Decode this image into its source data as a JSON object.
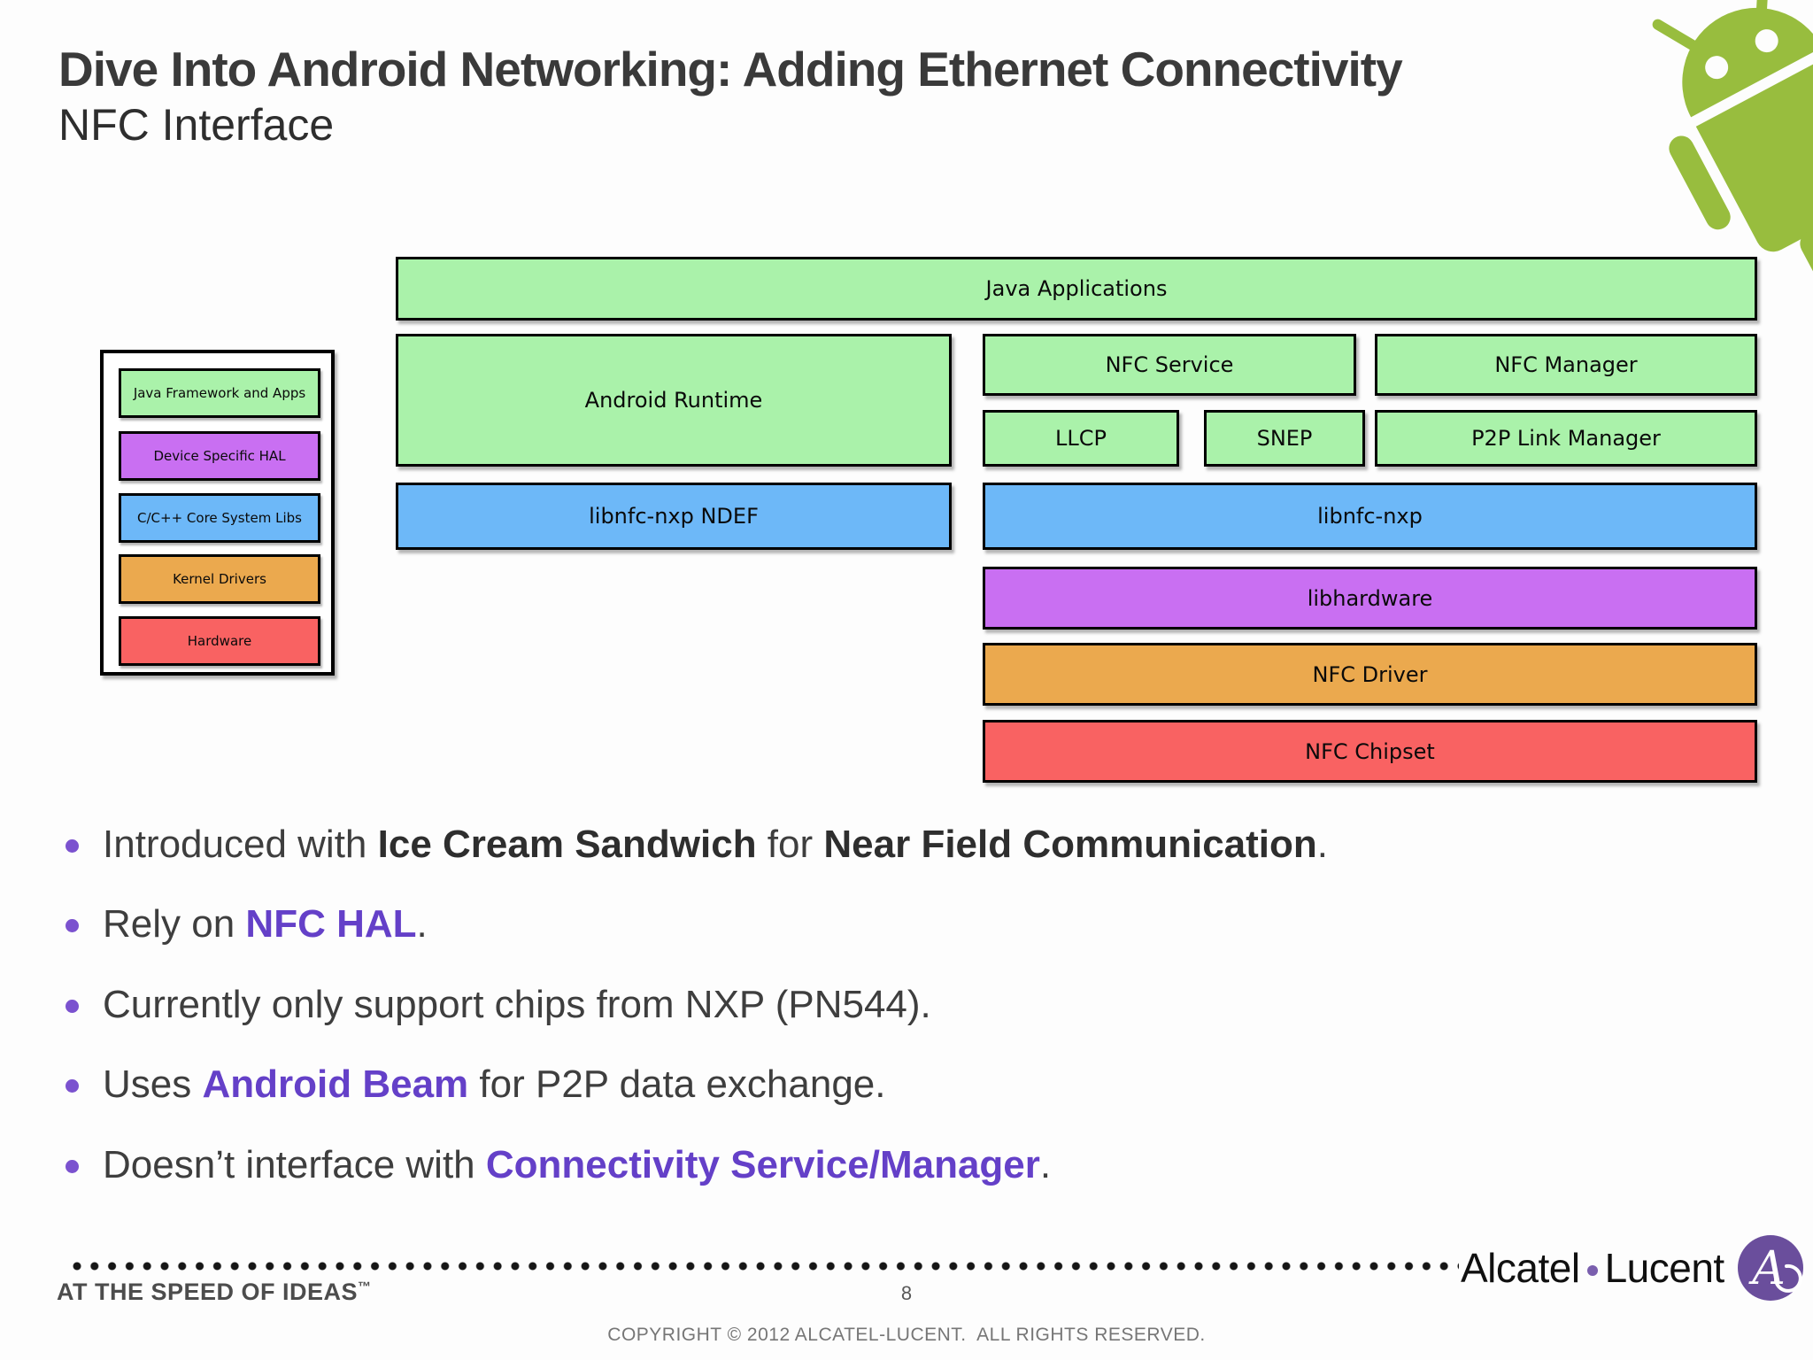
{
  "slide": {
    "title": "Dive Into Android Networking: Adding Ethernet Connectivity",
    "subtitle": "NFC Interface"
  },
  "diagram": {
    "java_applications": "Java Applications",
    "android_runtime": "Android Runtime",
    "nfc_service": "NFC Service",
    "nfc_manager": "NFC Manager",
    "llcp": "LLCP",
    "snep": "SNEP",
    "p2p_link_manager": "P2P Link Manager",
    "libnfc_nxp_ndef": "libnfc-nxp NDEF",
    "libnfc_nxp": "libnfc-nxp",
    "libhardware": "libhardware",
    "nfc_driver": "NFC Driver",
    "nfc_chipset": "NFC Chipset"
  },
  "legend": {
    "java_framework_and_apps": "Java Framework and Apps",
    "device_specific_hal": "Device Specific HAL",
    "cc_core_system_libs": "C/C++ Core System Libs",
    "kernel_drivers": "Kernel Drivers",
    "hardware": "Hardware"
  },
  "bullets": [
    [
      {
        "t": "Introduced with "
      },
      {
        "t": "Ice Cream Sandwich",
        "b": true
      },
      {
        "t": " for "
      },
      {
        "t": "Near Field Communication",
        "b": true
      },
      {
        "t": "."
      }
    ],
    [
      {
        "t": "Rely on "
      },
      {
        "t": "NFC HAL",
        "a": true
      },
      {
        "t": "."
      }
    ],
    [
      {
        "t": "Currently only support chips from NXP (PN544)."
      }
    ],
    [
      {
        "t": "Uses "
      },
      {
        "t": "Android Beam",
        "a": true
      },
      {
        "t": " for P2P data exchange."
      }
    ],
    [
      {
        "t": "Doesn’t interface with "
      },
      {
        "t": "Connectivity Service/Manager",
        "a": true
      },
      {
        "t": "."
      }
    ]
  ],
  "footer": {
    "tagline": "AT THE SPEED OF IDEAS",
    "tagline_tm": "™",
    "page_number": "8",
    "copyright": "COPYRIGHT © 2012 ALCATEL-LUCENT.  ALL RIGHTS RESERVED.",
    "brand_alcatel": "Alcatel",
    "brand_lucent": "Lucent"
  },
  "icons": {
    "android_robot": "android-robot",
    "alcatel_lucent_logo": "alcatel-lucent-logo"
  },
  "colors": {
    "green": "#aaf2aa",
    "blue": "#6db8f8",
    "purple": "#c96ff2",
    "orange": "#eba94e",
    "red": "#f96262",
    "accent": "#6440c8",
    "accent_dot": "#7b52cf",
    "android_green": "#98bd3e",
    "logo_purple": "#6a4e9c"
  }
}
